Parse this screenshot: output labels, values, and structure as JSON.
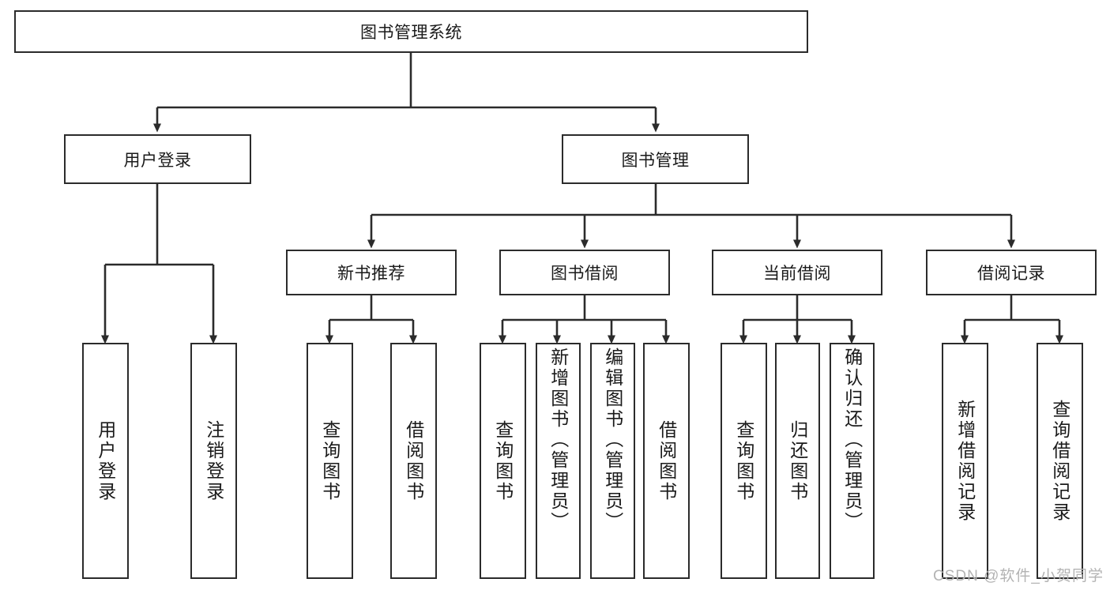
{
  "diagram": {
    "type": "tree-hierarchy",
    "title": "图书管理系统",
    "root": {
      "id": "root",
      "label": "图书管理系统"
    },
    "level2": [
      {
        "id": "user-login",
        "label": "用户登录"
      },
      {
        "id": "book-manage",
        "label": "图书管理"
      }
    ],
    "level3": [
      {
        "id": "new-book-rec",
        "label": "新书推荐",
        "parent": "book-manage"
      },
      {
        "id": "book-borrow",
        "label": "图书借阅",
        "parent": "book-manage"
      },
      {
        "id": "current-borrow",
        "label": "当前借阅",
        "parent": "book-manage"
      },
      {
        "id": "borrow-record",
        "label": "借阅记录",
        "parent": "book-manage"
      }
    ],
    "leaves": [
      {
        "id": "leaf-user-login",
        "label": "用户登录",
        "parent": "user-login"
      },
      {
        "id": "leaf-user-logout",
        "label": "注销登录",
        "parent": "user-login"
      },
      {
        "id": "leaf-query-book-1",
        "label": "查询图书",
        "parent": "new-book-rec"
      },
      {
        "id": "leaf-borrow-book-1",
        "label": "借阅图书",
        "parent": "new-book-rec"
      },
      {
        "id": "leaf-query-book-2",
        "label": "查询图书",
        "parent": "book-borrow"
      },
      {
        "id": "leaf-add-book",
        "label": "新增图书（管理员）",
        "parent": "book-borrow"
      },
      {
        "id": "leaf-edit-book",
        "label": "编辑图书（管理员）",
        "parent": "book-borrow"
      },
      {
        "id": "leaf-borrow-book-2",
        "label": "借阅图书",
        "parent": "book-borrow"
      },
      {
        "id": "leaf-query-book-3",
        "label": "查询图书",
        "parent": "current-borrow"
      },
      {
        "id": "leaf-return-book",
        "label": "归还图书",
        "parent": "current-borrow"
      },
      {
        "id": "leaf-confirm-return",
        "label": "确认归还（管理员）",
        "parent": "current-borrow"
      },
      {
        "id": "leaf-add-record",
        "label": "新增借阅记录",
        "parent": "borrow-record"
      },
      {
        "id": "leaf-query-record",
        "label": "查询借阅记录",
        "parent": "borrow-record"
      }
    ],
    "colors": {
      "stroke": "#2b2b2b",
      "background": "#ffffff",
      "text": "#1a1a1a",
      "watermark": "#b3b3b3"
    }
  },
  "watermark": {
    "text": "CSDN @软件_小贺同学"
  }
}
